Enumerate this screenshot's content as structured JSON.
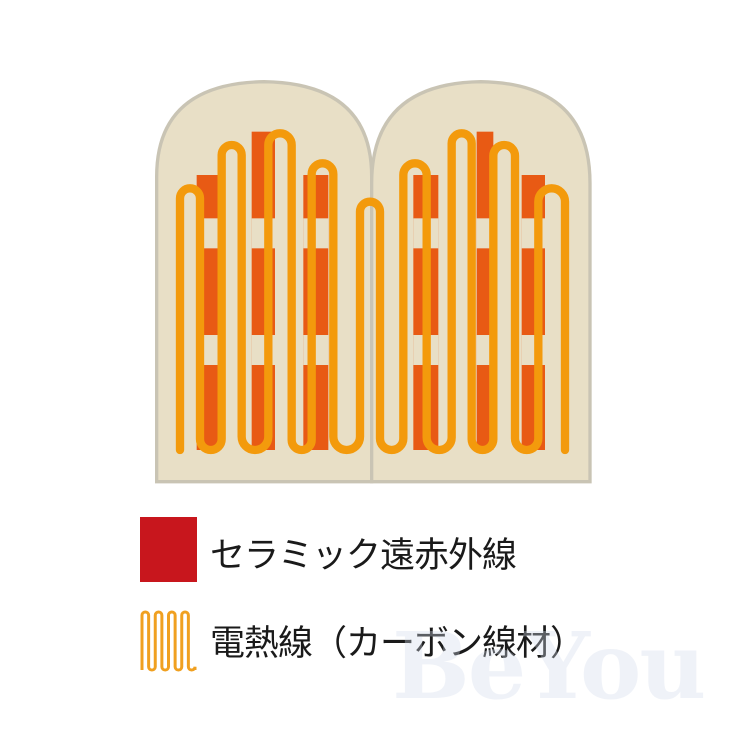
{
  "colors": {
    "panel_fill": "#e8dfc6",
    "panel_stroke": "#c9c4b4",
    "ceramic": "#e85a14",
    "wire": "#f39a0c",
    "legend_ceramic": "#c8161d",
    "legend_wire": "#f0a020",
    "watermark": "#d4dcec"
  },
  "legend": {
    "items": [
      {
        "label": "セラミック遠赤外線",
        "icon": "red-square"
      },
      {
        "label": "電熱線（カーボン線材）",
        "icon": "serpentine-wire"
      }
    ]
  },
  "watermark": "BeYou"
}
